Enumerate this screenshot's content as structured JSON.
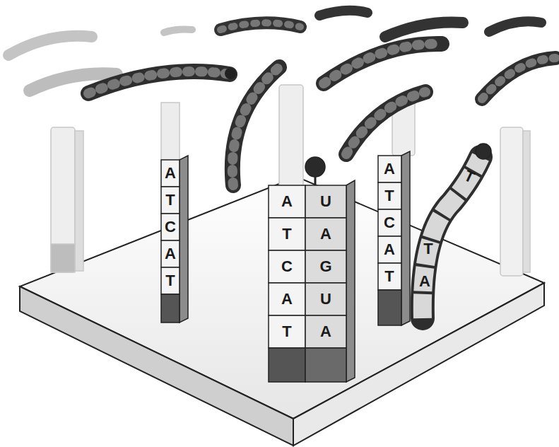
{
  "diagram": {
    "labels": [
      "A",
      "T",
      "C",
      "A",
      "T",
      "A",
      "T",
      "C",
      "A",
      "T",
      "U",
      "A",
      "G",
      "U",
      "A",
      "A",
      "T",
      "C",
      "A",
      "T",
      "T",
      "T",
      "A"
    ]
  }
}
